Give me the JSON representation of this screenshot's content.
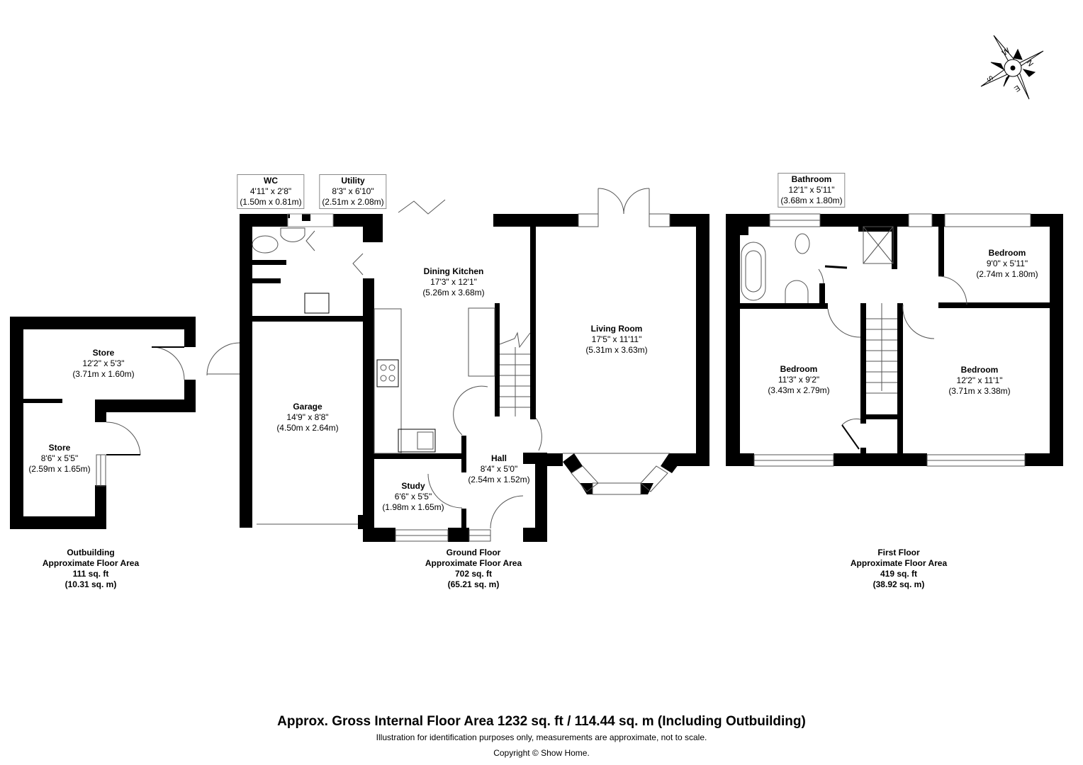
{
  "rooms": {
    "store_top": {
      "name": "Store",
      "imperial": "12'2\" x 5'3\"",
      "metric": "(3.71m x 1.60m)"
    },
    "store_bottom": {
      "name": "Store",
      "imperial": "8'6\" x 5'5\"",
      "metric": "(2.59m x 1.65m)"
    },
    "wc": {
      "name": "WC",
      "imperial": "4'11\" x 2'8\"",
      "metric": "(1.50m x 0.81m)"
    },
    "utility": {
      "name": "Utility",
      "imperial": "8'3\" x 6'10\"",
      "metric": "(2.51m x 2.08m)"
    },
    "dining_kitchen": {
      "name": "Dining Kitchen",
      "imperial": "17'3\" x 12'1\"",
      "metric": "(5.26m x 3.68m)"
    },
    "garage": {
      "name": "Garage",
      "imperial": "14'9\" x 8'8\"",
      "metric": "(4.50m x 2.64m)"
    },
    "living_room": {
      "name": "Living Room",
      "imperial": "17'5\" x 11'11\"",
      "metric": "(5.31m x 3.63m)"
    },
    "hall": {
      "name": "Hall",
      "imperial": "8'4\" x 5'0\"",
      "metric": "(2.54m x 1.52m)"
    },
    "study": {
      "name": "Study",
      "imperial": "6'6\" x 5'5\"",
      "metric": "(1.98m x 1.65m)"
    },
    "bathroom": {
      "name": "Bathroom",
      "imperial": "12'1\" x 5'11\"",
      "metric": "(3.68m x 1.80m)"
    },
    "bedroom_small": {
      "name": "Bedroom",
      "imperial": "9'0\" x 5'11\"",
      "metric": "(2.74m x 1.80m)"
    },
    "bedroom_left": {
      "name": "Bedroom",
      "imperial": "11'3\" x 9'2\"",
      "metric": "(3.43m x 2.79m)"
    },
    "bedroom_right": {
      "name": "Bedroom",
      "imperial": "12'2\" x 11'1\"",
      "metric": "(3.71m x 3.38m)"
    }
  },
  "floors": {
    "outbuilding": {
      "title": "Outbuilding",
      "subtitle": "Approximate Floor Area",
      "sqft": "111 sq. ft",
      "sqm": "(10.31 sq. m)"
    },
    "ground": {
      "title": "Ground Floor",
      "subtitle": "Approximate Floor Area",
      "sqft": "702 sq. ft",
      "sqm": "(65.21 sq. m)"
    },
    "first": {
      "title": "First Floor",
      "subtitle": "Approximate Floor Area",
      "sqft": "419 sq. ft",
      "sqm": "(38.92 sq. m)"
    }
  },
  "compass": {
    "icon": "compass-rose-icon",
    "labels": {
      "n": "N",
      "e": "E",
      "s": "S",
      "w": "W"
    }
  },
  "footer": {
    "gross_area": "Approx. Gross Internal Floor Area 1232 sq. ft / 114.44 sq. m (Including Outbuilding)",
    "disclaimer": "Illustration for identification purposes only, measurements are approximate, not to scale.",
    "copyright": "Copyright © Show Home."
  },
  "colors": {
    "wall": "#000000",
    "thin_line": "#555555",
    "label_border": "#888888"
  }
}
